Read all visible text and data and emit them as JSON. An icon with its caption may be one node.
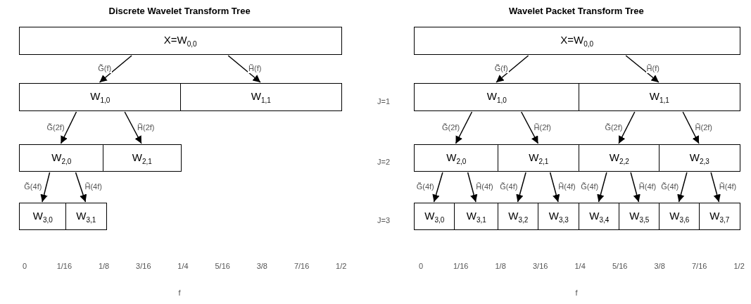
{
  "diagram": {
    "nodes": [
      {
        "text": [
          "X=W$_{0,0}$"
        ]
      },
      {
        "text": [
          "W$_{1,0}$"
        ]
      },
      {
        "text": [
          "W$_{1,1}$"
        ]
      },
      {
        "text": [
          "W$_{2,0}$"
        ]
      },
      {
        "text": [
          "W$_{2,1}$"
        ]
      },
      {
        "text": [
          "W$_{3,0}$"
        ]
      },
      {
        "text": [
          "W$_{3,1}$"
        ]
      },
      {
        "text": [
          "X=W$_{0,0}$"
        ]
      },
      {
        "text": [
          "W$_{1,0}$"
        ]
      },
      {
        "text": [
          "W$_{1,1}$"
        ]
      },
      {
        "text": [
          "W$_{2,0}$"
        ]
      },
      {
        "text": [
          "W$_{2,1}$"
        ]
      },
      {
        "text": [
          "W$_{2,2}$"
        ]
      },
      {
        "text": [
          "W$_{2,3}$"
        ]
      },
      {
        "text": [
          "W$_{3,0}$"
        ]
      },
      {
        "text": [
          "W$_{3,1}$"
        ]
      },
      {
        "text": [
          "W$_{3,2}$"
        ]
      },
      {
        "text": [
          "W$_{3,3}$"
        ]
      },
      {
        "text": [
          "W$_{3,4}$"
        ]
      },
      {
        "text": [
          "W$_{3,5}$"
        ]
      },
      {
        "text": [
          "W$_{3,6}$"
        ]
      },
      {
        "text": [
          "W$_{3,7}$"
        ]
      }
    ],
    "edges": [
      {
        "from": 0,
        "to": 1,
        "arrow": "to",
        "label": "G̃(f)"
      },
      {
        "from": 0,
        "to": 2,
        "arrow": "to",
        "label": "H̃(f)"
      },
      {
        "from": 1,
        "to": 3,
        "arrow": "to",
        "label": "G̃(2f)"
      },
      {
        "from": 1,
        "to": 4,
        "arrow": "to",
        "label": "H̃(2f)"
      },
      {
        "from": 3,
        "to": 5,
        "arrow": "to",
        "label": "G̃(4f)"
      },
      {
        "from": 3,
        "to": 6,
        "arrow": "to",
        "label": "H̃(4f)"
      },
      {
        "from": 7,
        "to": 8,
        "arrow": "to",
        "label": "G̃(f)"
      },
      {
        "from": 7,
        "to": 9,
        "arrow": "to",
        "label": "H̃(f)"
      },
      {
        "from": 8,
        "to": 10,
        "arrow": "to",
        "label": "G̃(2f)"
      },
      {
        "from": 8,
        "to": 11,
        "arrow": "to",
        "label": "H̃(2f)"
      },
      {
        "from": 9,
        "to": 12,
        "arrow": "to",
        "label": "G̃(2f)"
      },
      {
        "from": 9,
        "to": 13,
        "arrow": "to",
        "label": "H̃(2f)"
      },
      {
        "from": 10,
        "to": 14,
        "arrow": "to",
        "label": "G̃(4f)"
      },
      {
        "from": 10,
        "to": 15,
        "arrow": "to",
        "label": "H̃(4f)"
      },
      {
        "from": 11,
        "to": 16,
        "arrow": "to",
        "label": "G̃(4f)"
      },
      {
        "from": 11,
        "to": 17,
        "arrow": "to",
        "label": "H̃(4f)"
      },
      {
        "from": 12,
        "to": 18,
        "arrow": "to",
        "label": "G̃(4f)"
      },
      {
        "from": 12,
        "to": 19,
        "arrow": "to",
        "label": "H̃(4f)"
      },
      {
        "from": 13,
        "to": 20,
        "arrow": "to",
        "label": "G̃(4f)"
      },
      {
        "from": 13,
        "to": 21,
        "arrow": "to",
        "label": "H̃(4f)"
      }
    ],
    "labels": [
      "Discrete Wavelet Transform Tree",
      "Wavelet Packet Transform Tree",
      "J=1",
      "J=2",
      "J=3",
      "0",
      "1/16",
      "1/8",
      "3/16",
      "1/4",
      "5/16",
      "3/8",
      "7/16",
      "1/2",
      "f",
      "0",
      "1/16",
      "1/8",
      "3/16",
      "1/4",
      "5/16",
      "3/8",
      "7/16",
      "1/2",
      "f"
    ]
  }
}
